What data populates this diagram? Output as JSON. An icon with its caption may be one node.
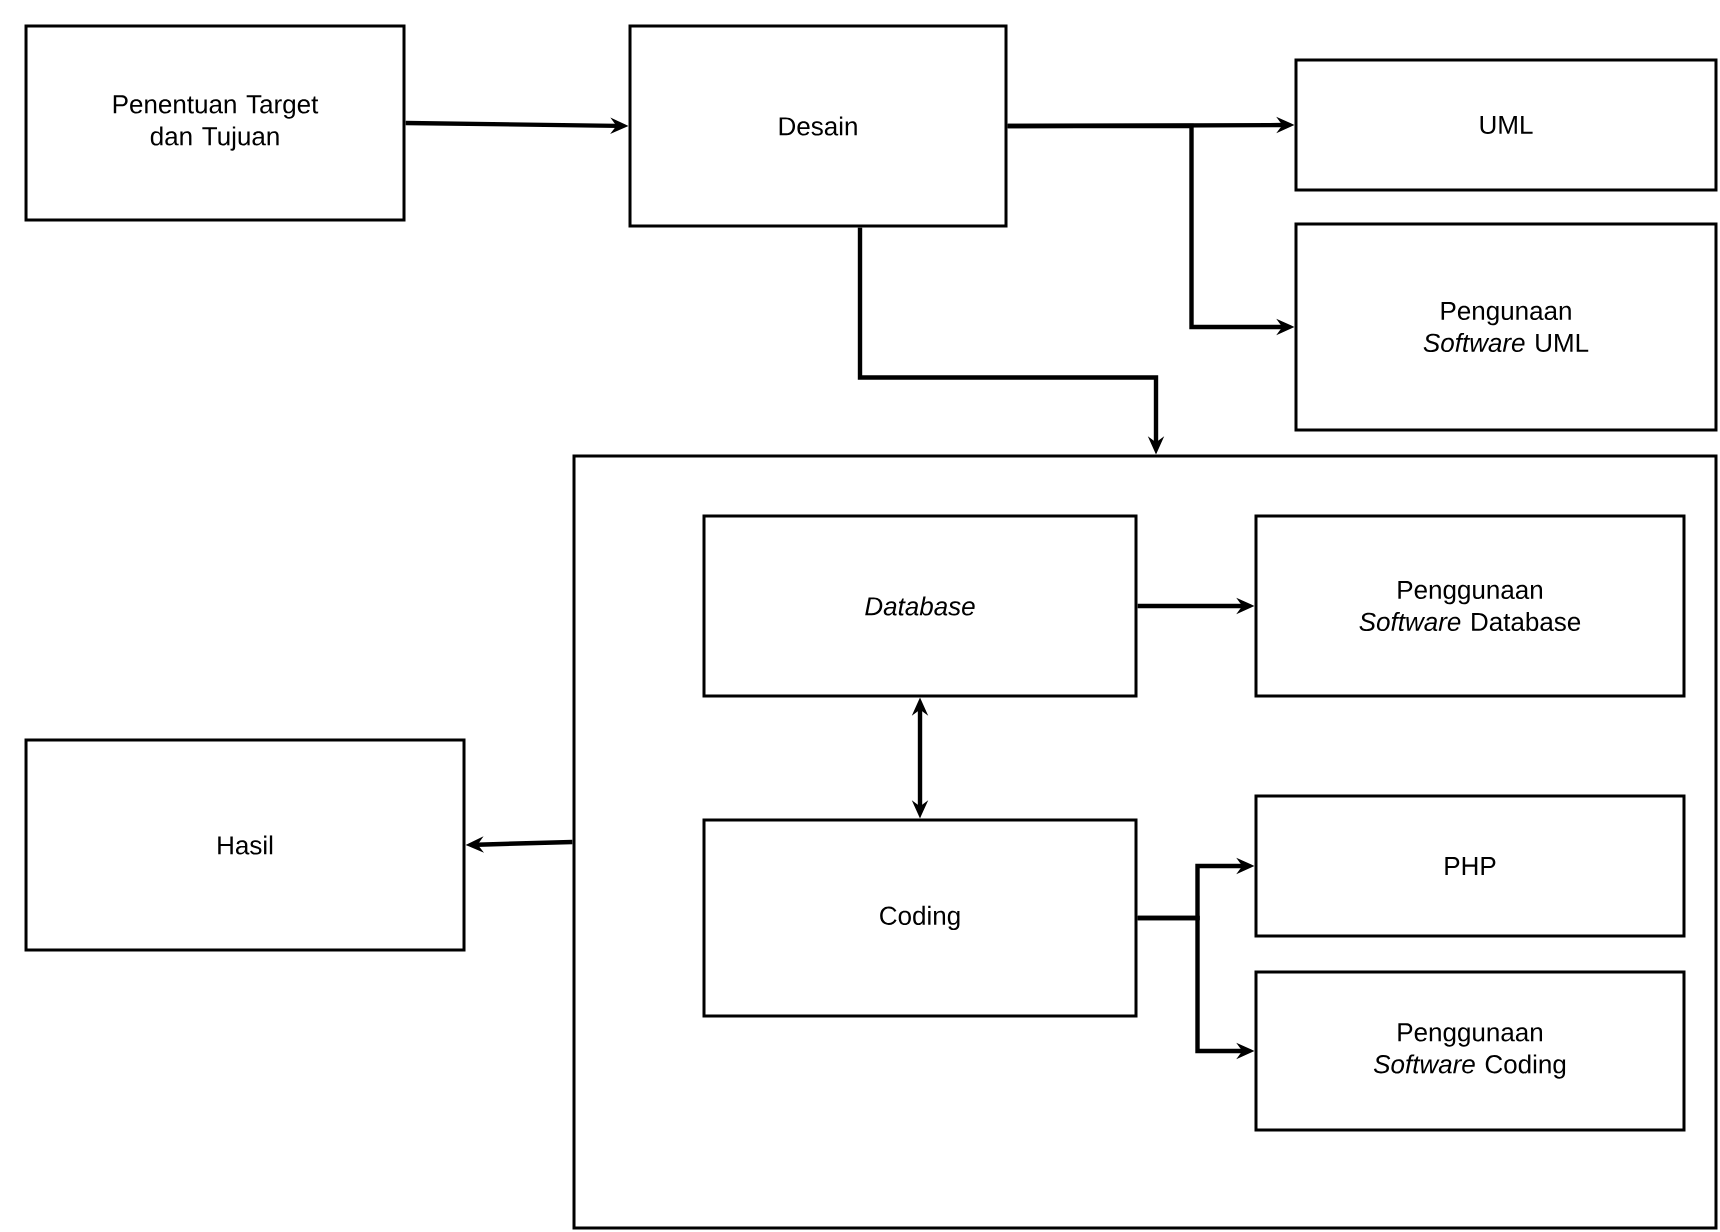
{
  "diagram": {
    "nodes": [
      {
        "text": [
          "Penentuan Target dan Tujuan"
        ]
      },
      {
        "text": [
          "Desain"
        ]
      },
      {
        "text": [
          "UML"
        ]
      },
      {
        "text": [
          "Pengunaan *Software* UML"
        ]
      },
      {
        "text": [],
        "shape": "box"
      },
      {
        "text": [
          "Database"
        ],
        "in": 4
      },
      {
        "text": [
          "Penggunaan *Software* Database"
        ],
        "in": 4
      },
      {
        "text": [
          "Coding"
        ],
        "in": 4
      },
      {
        "text": [
          "PHP"
        ],
        "in": 4
      },
      {
        "text": [
          "Penggunaan *Software* Coding"
        ],
        "in": 4
      },
      {
        "text": [
          "Hasil"
        ]
      }
    ],
    "edges": [
      {
        "from": 0,
        "to": 1,
        "arrow": "to"
      },
      {
        "from": 1,
        "to": 2,
        "arrow": "to"
      },
      {
        "from": 1,
        "to": 3,
        "arrow": "to"
      },
      {
        "from": 1,
        "to": 4,
        "arrow": "to"
      },
      {
        "from": 4,
        "to": 10,
        "arrow": "to"
      },
      {
        "from": 5,
        "to": 6,
        "arrow": "to"
      },
      {
        "from": 5,
        "to": 7,
        "arrow": "both"
      },
      {
        "from": 7,
        "to": 8,
        "arrow": "to"
      },
      {
        "from": 7,
        "to": 9,
        "arrow": "to"
      }
    ]
  }
}
